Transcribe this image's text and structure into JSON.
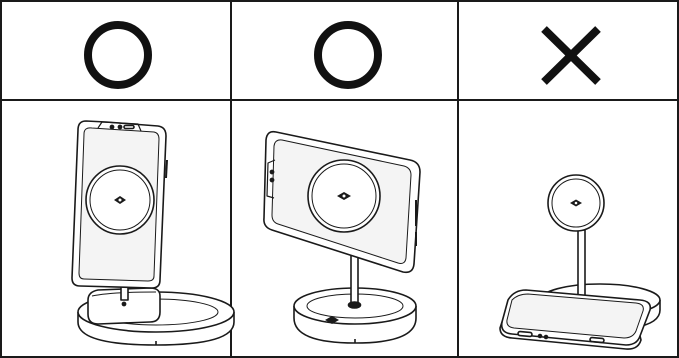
{
  "table": {
    "columns": [
      {
        "verdict": "correct",
        "verdict_icon": "circle-icon",
        "scene": "vertical-phone-on-stand-with-earbuds-case-on-base"
      },
      {
        "verdict": "correct",
        "verdict_icon": "circle-icon",
        "scene": "horizontal-phone-on-stand"
      },
      {
        "verdict": "incorrect",
        "verdict_icon": "cross-icon",
        "scene": "phone-lying-on-base-under-empty-puck"
      }
    ]
  },
  "colors": {
    "line": "#1a1a1a",
    "fill": "#ffffff",
    "screen_shade": "#f4f4f4",
    "symbol": "#111111"
  }
}
